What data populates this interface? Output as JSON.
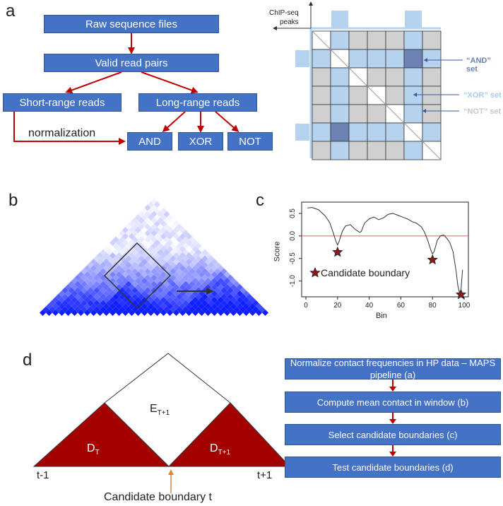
{
  "panel_a": {
    "letter": "a",
    "boxes": {
      "raw": "Raw sequence files",
      "valid": "Valid read pairs",
      "short": "Short-range reads",
      "long": "Long-range reads",
      "and": "AND",
      "xor": "XOR",
      "not": "NOT"
    },
    "normalization_label": "normalization",
    "matrix": {
      "peaks_label_line1": "ChIP-seq",
      "peaks_label_line2": "peaks",
      "and_label": "“AND” set",
      "xor_label": "“XOR” set",
      "not_label": "“NOT” set",
      "colors": {
        "and": "#6c82b5",
        "xor": "#b5d3ef",
        "not": "#d0d0d0",
        "peak": "#b5d3ef"
      }
    }
  },
  "panel_b": {
    "letter": "b"
  },
  "panel_c": {
    "letter": "c",
    "legend_label": "Candidate boundary"
  },
  "chart_data": {
    "type": "line",
    "xlabel": "Bin",
    "ylabel": "Score",
    "xlim": [
      0,
      100
    ],
    "ylim": [
      -1.35,
      0.75
    ],
    "xticks": [
      0,
      20,
      40,
      60,
      80,
      100
    ],
    "yticks": [
      0.5,
      0.0,
      -0.5,
      -1.0
    ],
    "ytick_labels": [
      "0.5",
      "0.0",
      "-0.5",
      "-1.0"
    ],
    "reference_line": 0,
    "series": [
      {
        "x": [
          1,
          4,
          8,
          12,
          15,
          17,
          19,
          20,
          21,
          23,
          25,
          28,
          31,
          34,
          35,
          37,
          40,
          43,
          46,
          49,
          52,
          55,
          58,
          61,
          64,
          67,
          70,
          73,
          75,
          77,
          79,
          80,
          81,
          83,
          85,
          87,
          89,
          91,
          93,
          95,
          96,
          97,
          98,
          99
        ],
        "y": [
          0.62,
          0.63,
          0.58,
          0.45,
          0.3,
          0.1,
          -0.12,
          -0.2,
          -0.12,
          0.1,
          0.22,
          0.25,
          0.15,
          0.08,
          0.1,
          0.28,
          0.38,
          0.42,
          0.36,
          0.4,
          0.48,
          0.5,
          0.46,
          0.42,
          0.38,
          0.32,
          0.28,
          0.2,
          0.08,
          -0.1,
          -0.32,
          -0.4,
          -0.35,
          -0.1,
          0.0,
          0.02,
          -0.05,
          -0.15,
          -0.35,
          -0.8,
          -1.1,
          -1.25,
          -1.2,
          -0.75
        ]
      }
    ],
    "markers": [
      {
        "x": 20,
        "y": -0.36
      },
      {
        "x": 80,
        "y": -0.53
      },
      {
        "x": 98,
        "y": -1.3
      }
    ]
  },
  "panel_d": {
    "letter": "d",
    "e_label": "E",
    "e_sub": "T+1",
    "dt_label": "D",
    "dt_sub": "T",
    "dt1_label": "D",
    "dt1_sub": "T+1",
    "left_label": "t-1",
    "right_label": "t+1",
    "boundary_label": "Candidate boundary t",
    "steps": [
      "Normalize contact frequencies in HP data – MAPS pipeline (a)",
      "Compute mean contact in window (b)",
      "Select candidate boundaries (c)",
      "Test candidate boundaries (d)"
    ]
  }
}
